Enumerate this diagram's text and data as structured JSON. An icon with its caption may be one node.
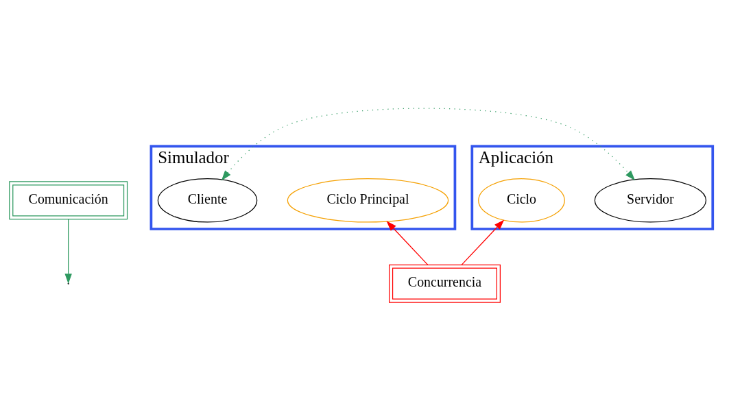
{
  "diagram": {
    "nodes": [
      {
        "text": [
          "Comunicación"
        ]
      },
      {
        "text": [
          "Simulador"
        ]
      },
      {
        "text": [
          "Ciclo Principal"
        ],
        "in": 1
      },
      {
        "text": [
          "Cliente"
        ],
        "in": 1
      },
      {
        "text": [
          "Aplicación"
        ]
      },
      {
        "text": [
          "Servidor"
        ],
        "in": 4
      },
      {
        "text": [
          "Ciclo"
        ],
        "in": 4
      },
      {
        "text": [
          "Concurrencia"
        ]
      }
    ],
    "edges": [
      {
        "from": 0,
        "to": null,
        "arrow": "to",
        "color": "#2e9960"
      },
      {
        "from": 5,
        "to": 3,
        "arrow": "both",
        "style": "dashed",
        "color": "#2e9960"
      },
      {
        "from": 7,
        "to": 2,
        "arrow": "to",
        "color": "#ff0000"
      },
      {
        "from": 7,
        "to": 6,
        "arrow": "to",
        "color": "#ff0000"
      }
    ]
  }
}
